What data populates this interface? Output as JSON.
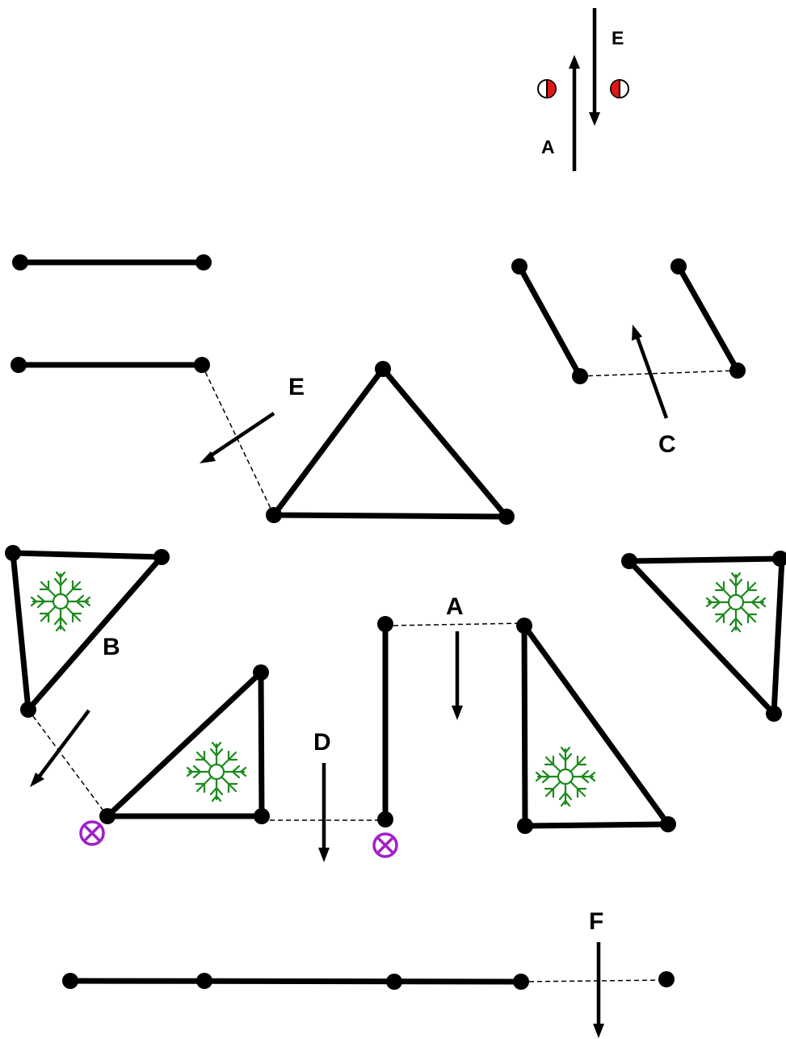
{
  "legend": {
    "label_up": "A",
    "label_down": "E",
    "half_dot_color": "#e01818"
  },
  "labels": {
    "e": "E",
    "c": "C",
    "a": "A",
    "b": "B",
    "d": "D",
    "f": "F"
  },
  "colors": {
    "stroke": "#000000",
    "tree": "#1c8a1c",
    "crossed_marker": "#a020c8"
  },
  "icons": {
    "tree": "tree-icon",
    "crossed_circle": "crossed-circle-icon",
    "half_filled_circle": "half-filled-circle-icon"
  }
}
